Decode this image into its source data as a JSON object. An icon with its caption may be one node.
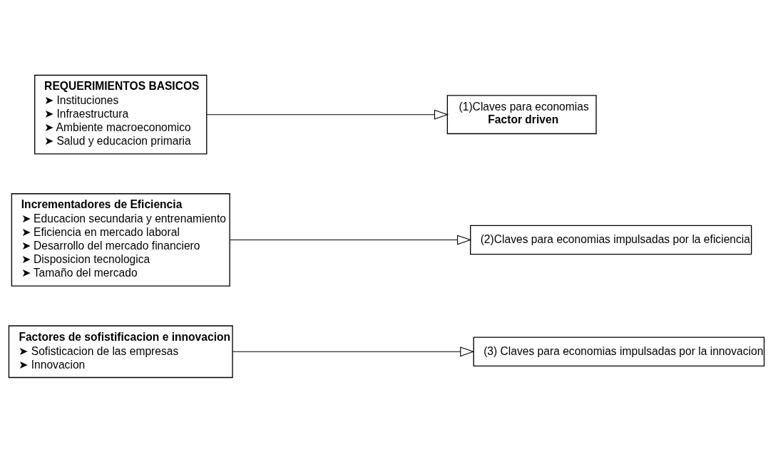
{
  "diagram": {
    "nodes": [
      {
        "text": [
          "REQUERIMIENTOS BASICOS",
          "➤ Instituciones",
          "➤ Infraestructura",
          "➤ Ambiente macroeconomico",
          "➤ Salud y educacion primaria"
        ]
      },
      {
        "text": [
          "(1)Claves para economias",
          "Factor driven"
        ]
      },
      {
        "text": [
          "Incrementadores de Eficiencia",
          "➤ Educacion secundaria y entrenamiento",
          "➤ Eficiencia en mercado laboral",
          "➤ Desarrollo del mercado financiero",
          "➤ Disposicion tecnologica",
          "➤ Tamaño del mercado"
        ]
      },
      {
        "text": [
          "(2)Claves para economias impulsadas por la eficiencia"
        ]
      },
      {
        "text": [
          "Factores de sofistificacion e innovacion",
          "➤ Sofisticacion de las empresas",
          "➤ Innovacion"
        ]
      },
      {
        "text": [
          "(3) Claves para economias impulsadas por la innovacion"
        ]
      }
    ],
    "edges": [
      {
        "from": 0,
        "to": 1,
        "arrow": "to"
      },
      {
        "from": 2,
        "to": 3,
        "arrow": "to"
      },
      {
        "from": 4,
        "to": 5,
        "arrow": "to"
      }
    ]
  }
}
